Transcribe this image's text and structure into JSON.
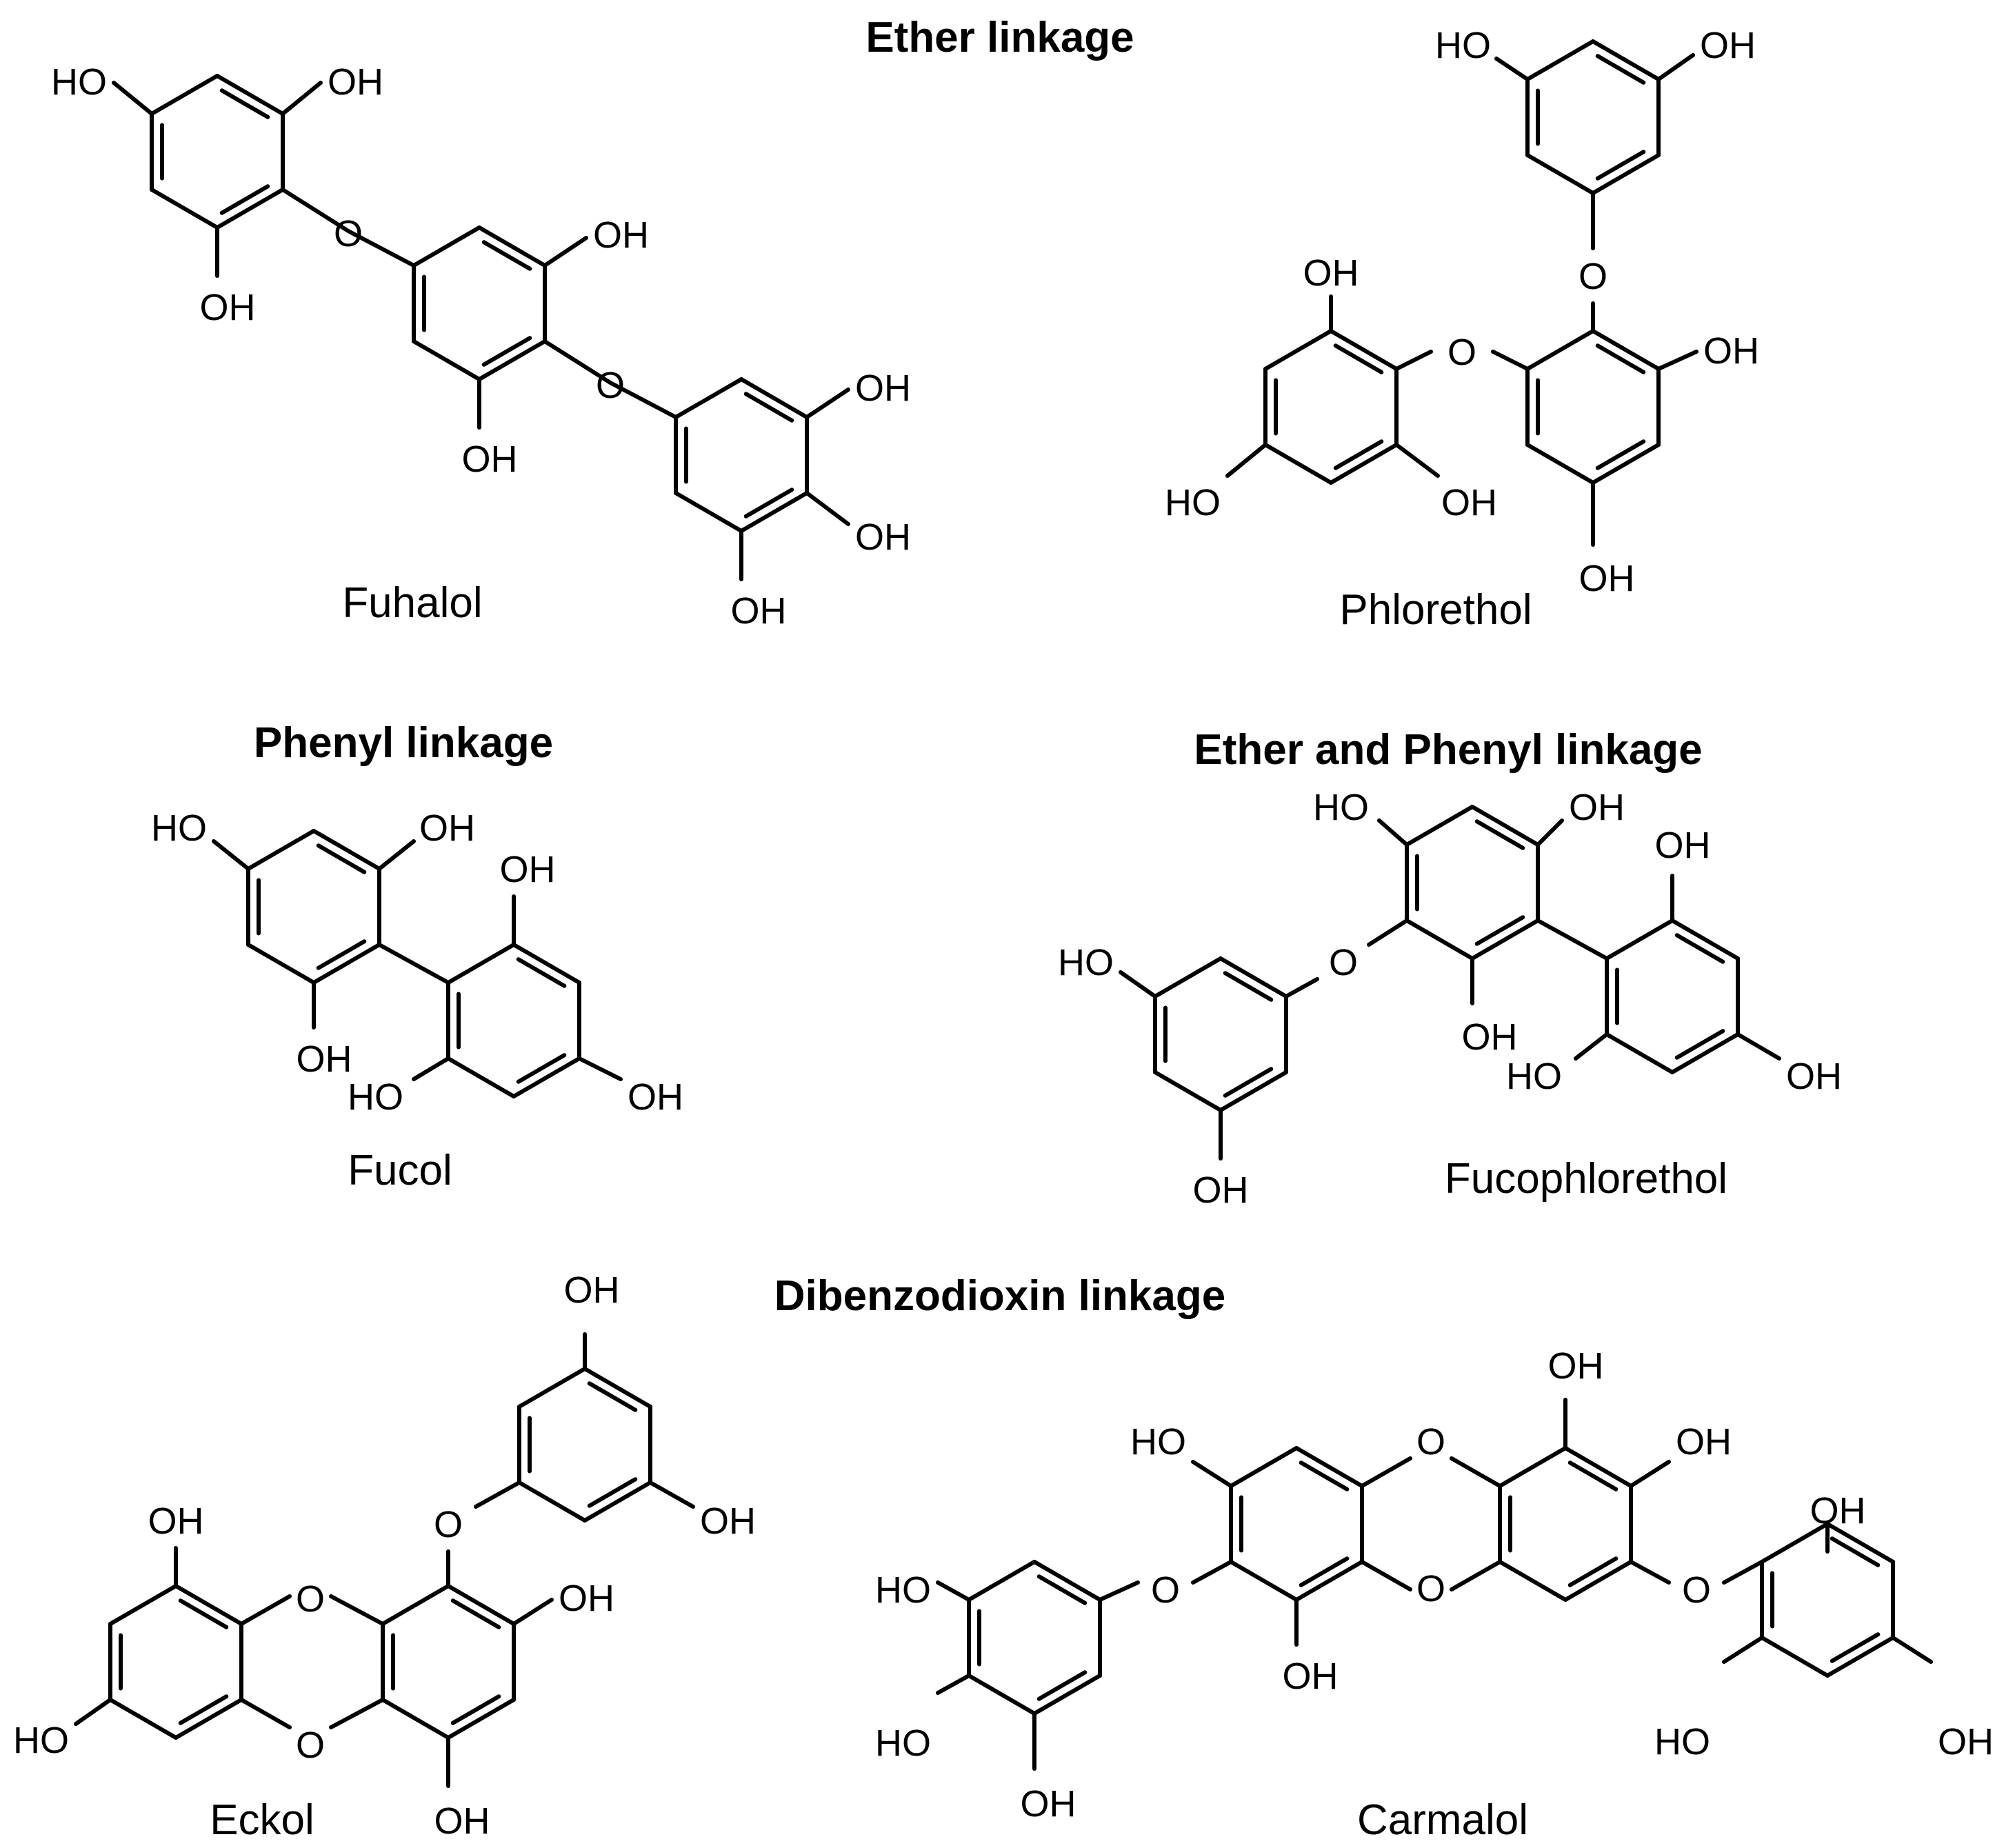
{
  "sections": [
    {
      "title": "Ether linkage"
    },
    {
      "title": "Phenyl linkage"
    },
    {
      "title": "Ether and Phenyl linkage"
    },
    {
      "title": "Dibenzodioxin linkage"
    }
  ],
  "compounds": [
    {
      "name": "Fuhalol"
    },
    {
      "name": "Phlorethol"
    },
    {
      "name": "Fucol"
    },
    {
      "name": "Fucophlorethol"
    },
    {
      "name": "Eckol"
    },
    {
      "name": "Carmalol"
    }
  ],
  "atom_labels": {
    "hydroxyl": "OH",
    "hydroxyl_left": "HO",
    "oxygen": "O"
  }
}
